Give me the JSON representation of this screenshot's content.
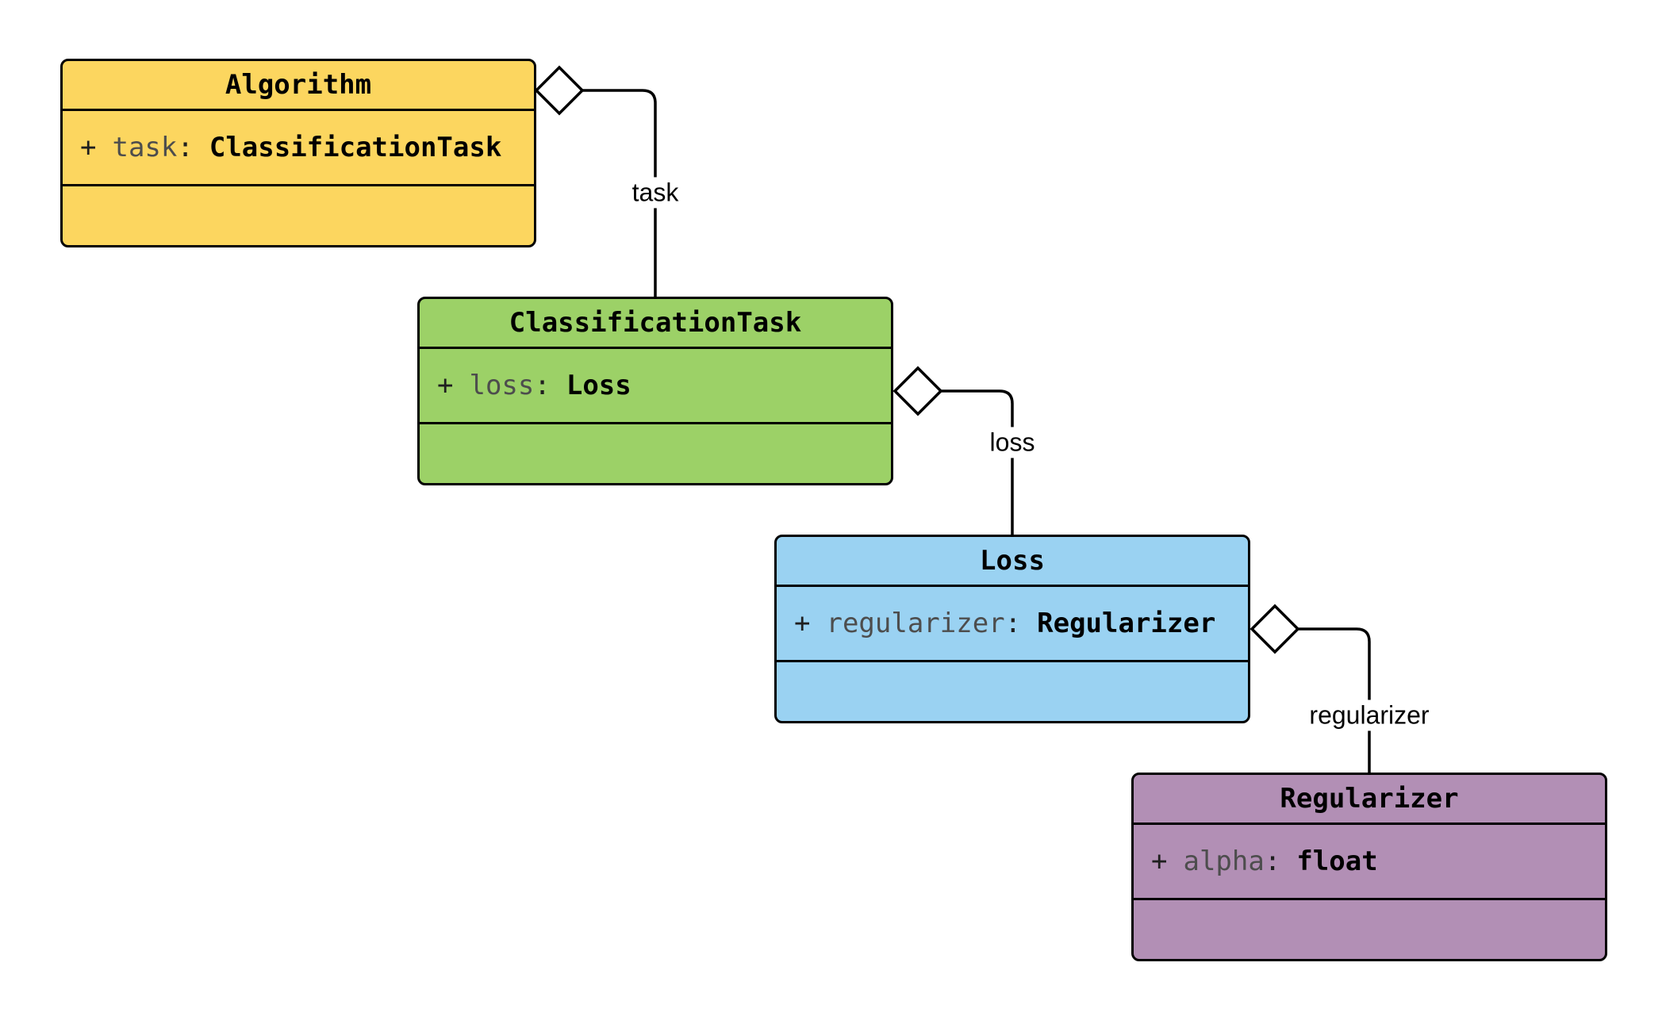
{
  "diagram": {
    "background_color": "#ffffff",
    "stroke_color": "#000000",
    "classes": [
      {
        "name": "Algorithm",
        "fill": "#fcd65f",
        "attribute": {
          "visibility": "+",
          "name": "task",
          "separator": ":",
          "type": "ClassificationTask"
        }
      },
      {
        "name": "ClassificationTask",
        "fill": "#9cd167",
        "attribute": {
          "visibility": "+",
          "name": "loss",
          "separator": ":",
          "type": "Loss"
        }
      },
      {
        "name": "Loss",
        "fill": "#9ad2f2",
        "attribute": {
          "visibility": "+",
          "name": "regularizer",
          "separator": ":",
          "type": "Regularizer"
        }
      },
      {
        "name": "Regularizer",
        "fill": "#b28fb5",
        "attribute": {
          "visibility": "+",
          "name": "alpha",
          "separator": ":",
          "type": "float"
        }
      }
    ],
    "edges": [
      {
        "type": "aggregation",
        "source": "Algorithm",
        "target": "ClassificationTask",
        "label": "task"
      },
      {
        "type": "aggregation",
        "source": "ClassificationTask",
        "target": "Loss",
        "label": "loss"
      },
      {
        "type": "aggregation",
        "source": "Loss",
        "target": "Regularizer",
        "label": "regularizer"
      }
    ]
  }
}
